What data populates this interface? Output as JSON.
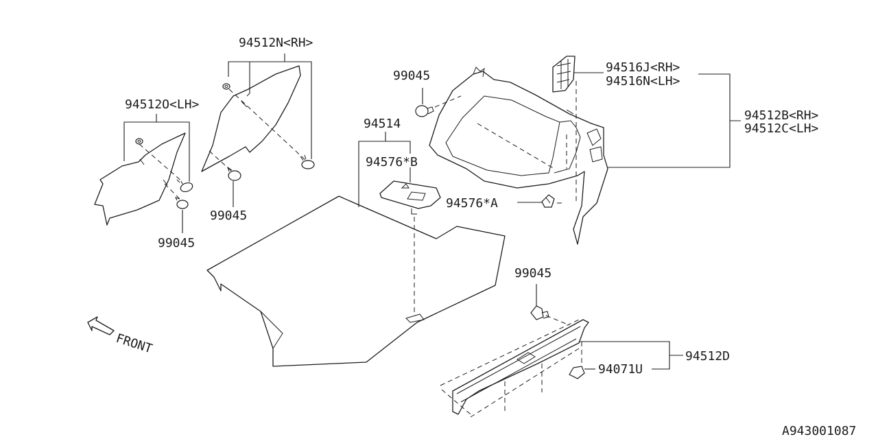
{
  "diagram_id": "A943001087",
  "direction_label": "FRONT",
  "labels": {
    "p94512N": "94512N<RH>",
    "p94512O": "94512O<LH>",
    "p99045_tl": "99045",
    "p99045_bl": "99045",
    "p99045_top": "99045",
    "p99045_br": "99045",
    "p94514": "94514",
    "p94576B": "94576*B",
    "p94576A": "94576*A",
    "p94516J": "94516J<RH>",
    "p94516N": "94516N<LH>",
    "p94512B": "94512B<RH>",
    "p94512C": "94512C<LH>",
    "p94512D": "94512D",
    "p94071U": "94071U"
  }
}
